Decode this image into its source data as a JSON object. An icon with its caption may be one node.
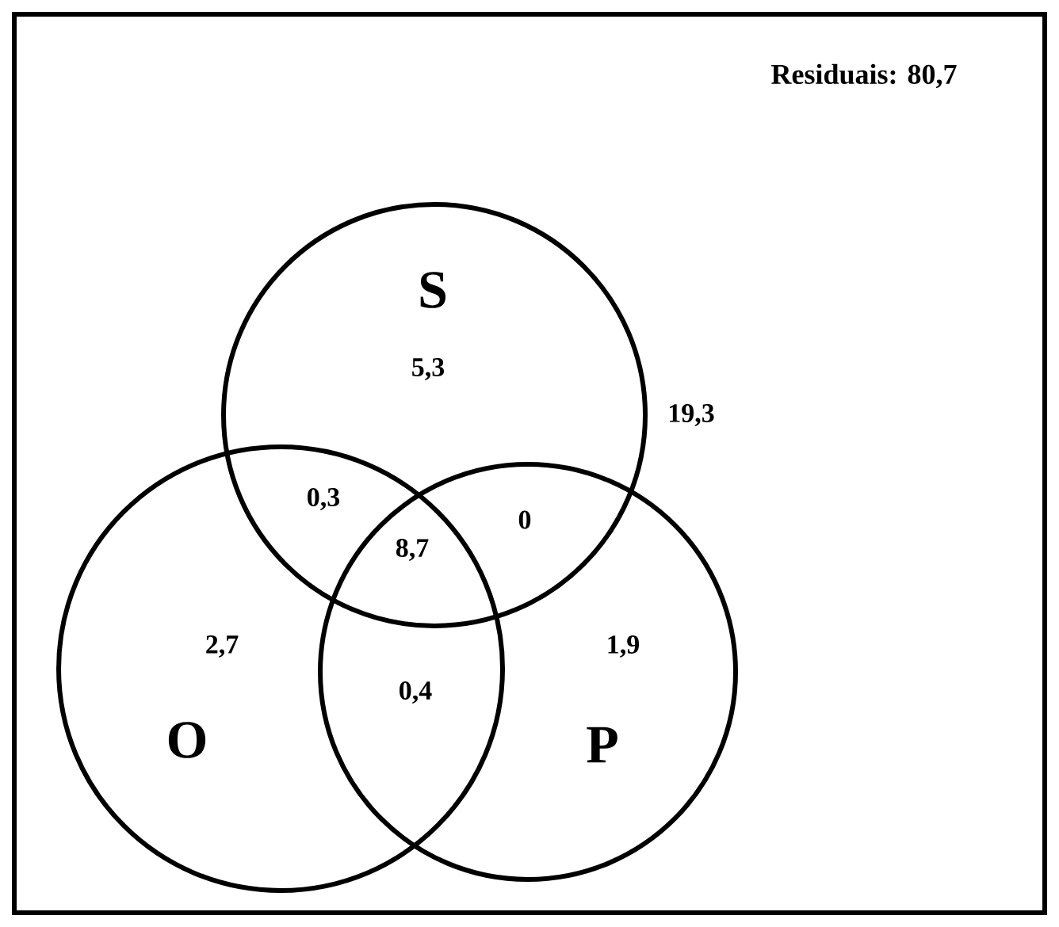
{
  "diagram": {
    "nodes": [
      {
        "text": [
          "S"
        ]
      },
      {
        "text": [
          "O"
        ]
      },
      {
        "text": [
          "P"
        ]
      }
    ],
    "labels": [
      "Residuais: 80,7",
      "5,3",
      "19,3",
      "0,3",
      "0",
      "8,7",
      "2,7",
      "1,9",
      "0,4"
    ]
  }
}
